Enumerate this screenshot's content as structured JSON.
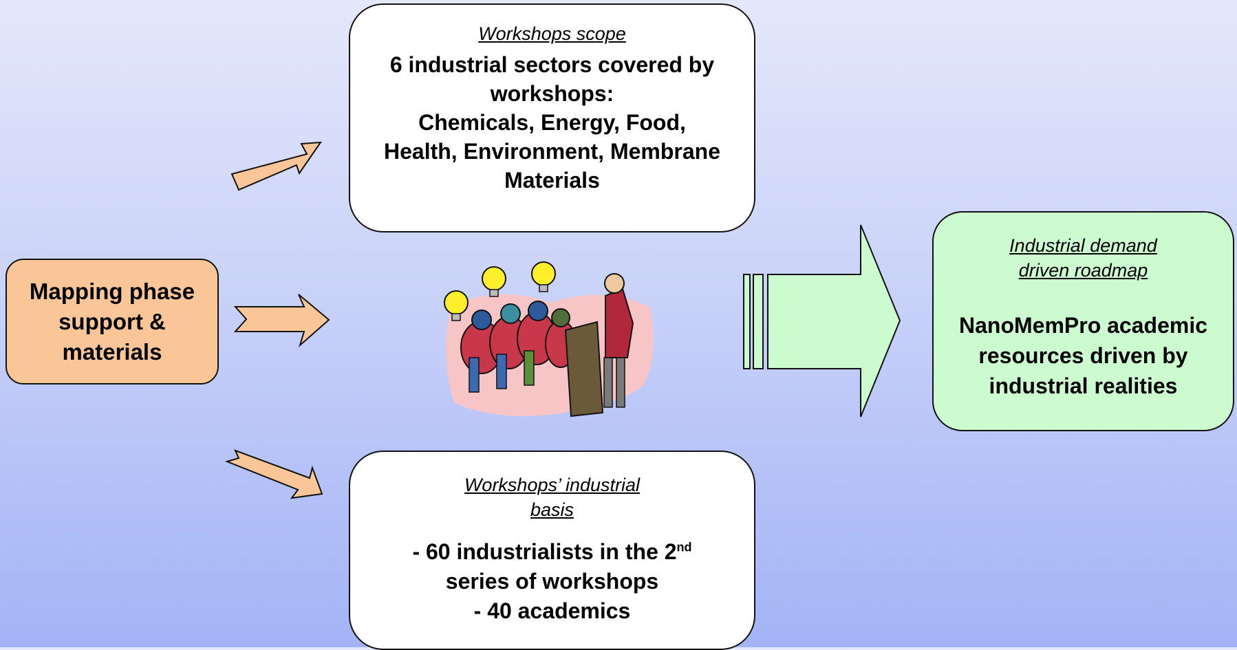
{
  "workshops_scope": {
    "caption": "Workshops scope",
    "lines": [
      "6 industrial sectors covered by",
      "workshops:",
      "Chemicals, Energy, Food,",
      "Health, Environment, Membrane",
      "Materials"
    ]
  },
  "mapping_phase": {
    "lines": [
      "Mapping phase",
      "support &",
      "materials"
    ]
  },
  "workshops_basis": {
    "caption_lines": [
      "Workshops’ industrial",
      "basis"
    ],
    "line1_prefix": "- 60 industrialists in the 2",
    "line1_sup": "nd",
    "line2": "series of workshops",
    "line3": "- 40 academics"
  },
  "roadmap": {
    "caption_lines": [
      "Industrial demand",
      "driven roadmap"
    ],
    "lines": [
      "NanoMemPro academic",
      "resources driven by",
      "industrial realities"
    ]
  },
  "colors": {
    "arrow_fill": "#fac698",
    "big_arrow_fill": "#ccfbd0",
    "mapping_box": "#fac698",
    "roadmap_box": "#ccfbd0"
  }
}
